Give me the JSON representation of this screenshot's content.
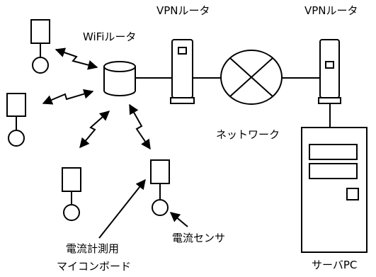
{
  "labels": {
    "vpn_router_left": "VPNルータ",
    "vpn_router_right": "VPNルータ",
    "wifi_router": "WiFiルータ",
    "network": "ネットワーク",
    "current_board_line1": "電流計測用",
    "current_board_line2": "マイコンボード",
    "current_sensor": "電流センサ",
    "server_pc": "サーバPC"
  },
  "colors": {
    "line": "#000000",
    "background": "#ffffff"
  },
  "icons": {
    "sensor_node": "square-on-circle-node",
    "wifi_router": "cylinder",
    "vpn_router": "tower-box",
    "network": "crossed-circle",
    "server": "tower-pc",
    "wireless_link": "lightning-double-arrow"
  }
}
